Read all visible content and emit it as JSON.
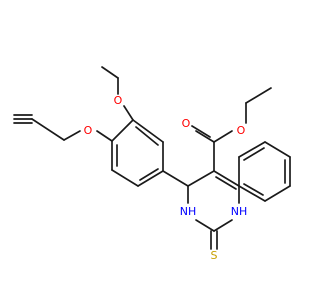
{
  "molecule": {
    "atoms": {
      "o_ethoxy": "O",
      "o_propargyl": "O",
      "o_carbonyl": "O",
      "o_ester": "O",
      "n_left": "NH",
      "n_right": "NH",
      "s_thione": "S"
    },
    "colors": {
      "oxygen": "#ff0000",
      "nitrogen": "#0000ff",
      "sulfur": "#c8a000",
      "bond": "#1a1a1a",
      "background": "#ffffff"
    }
  }
}
